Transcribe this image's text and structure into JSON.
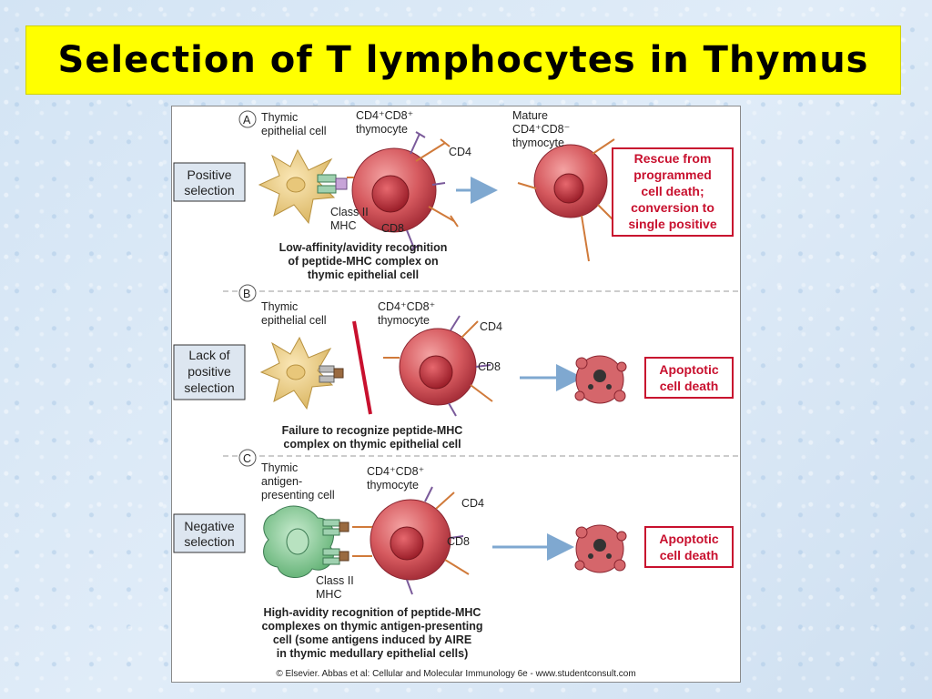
{
  "title": "Selection of T lymphocytes in Thymus",
  "panels": {
    "a": {
      "letter": "A",
      "box_line1": "Positive",
      "box_line2": "selection",
      "epi_line1": "Thymic",
      "epi_line2": "epithelial cell",
      "thymo_line1": "CD4⁺CD8⁺",
      "thymo_line2": "thymocyte",
      "cd4": "CD4",
      "cd8": "CD8",
      "mhc_line1": "Class II",
      "mhc_line2": "MHC",
      "mature_line1": "Mature",
      "mature_line2": "CD4⁺CD8⁻",
      "mature_line3": "thymocyte",
      "outcome_line1": "Rescue from",
      "outcome_line2": "programmed",
      "outcome_line3": "cell death;",
      "outcome_line4": "conversion to",
      "outcome_line5": "single positive",
      "caption_line1": "Low-affinity/avidity recognition",
      "caption_line2": "of peptide-MHC complex on",
      "caption_line3": "thymic epithelial cell"
    },
    "b": {
      "letter": "B",
      "box_line1": "Lack of",
      "box_line2": "positive",
      "box_line3": "selection",
      "epi_line1": "Thymic",
      "epi_line2": "epithelial cell",
      "thymo_line1": "CD4⁺CD8⁺",
      "thymo_line2": "thymocyte",
      "cd4": "CD4",
      "cd8": "CD8",
      "outcome_line1": "Apoptotic",
      "outcome_line2": "cell death",
      "caption_line1": "Failure to recognize peptide-MHC",
      "caption_line2": "complex on thymic epithelial cell"
    },
    "c": {
      "letter": "C",
      "box_line1": "Negative",
      "box_line2": "selection",
      "apc_line1": "Thymic",
      "apc_line2": "antigen-",
      "apc_line3": "presenting cell",
      "thymo_line1": "CD4⁺CD8⁺",
      "thymo_line2": "thymocyte",
      "cd4": "CD4",
      "cd8": "CD8",
      "mhc_line1": "Class II",
      "mhc_line2": "MHC",
      "outcome_line1": "Apoptotic",
      "outcome_line2": "cell death",
      "caption_line1": "High-avidity recognition of peptide-MHC",
      "caption_line2": "complexes on thymic antigen-presenting",
      "caption_line3": "cell (some antigens induced by AIRE",
      "caption_line4": "in thymic medullary epithelial cells)"
    }
  },
  "copyright": "© Elsevier. Abbas et al: Cellular and Molecular Immunology 6e - www.studentconsult.com",
  "colors": {
    "title_bg": "#ffff00",
    "outcome_red": "#c8102e",
    "arrow_blue": "#7fa8d0",
    "thymocyte": "#c8454a",
    "epithelial": "#e8c77a",
    "apc": "#7cc48a"
  }
}
